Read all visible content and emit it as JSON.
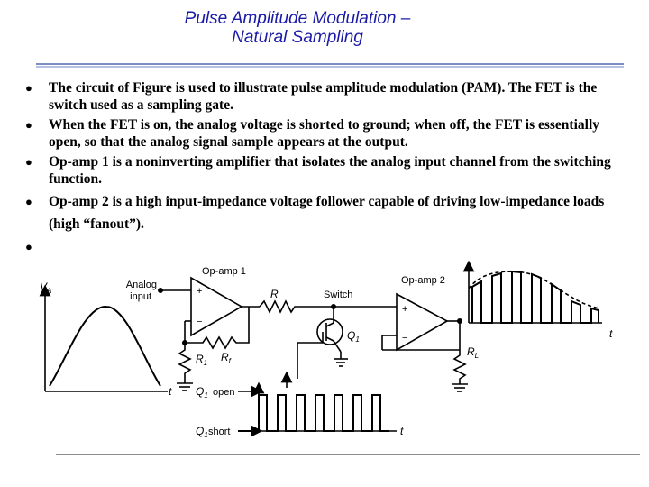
{
  "slide": {
    "title_line1": "Pulse Amplitude Modulation –",
    "title_line2": "Natural Sampling",
    "accent_color": "#1a1aa6"
  },
  "bullets": [
    "The circuit of Figure is used to illustrate pulse amplitude modulation (PAM). The FET is the switch used as a sampling gate.",
    "When the FET is on, the analog voltage is shorted to ground; when off, the FET is essentially open, so that the analog signal sample appears at the output.",
    "Op-amp 1 is a noninverting amplifier that isolates the analog input channel from the switching function.",
    "Op-amp 2 is a high input-impedance voltage follower capable of driving low-impedance loads (high “fanout”).",
    ""
  ],
  "figure": {
    "va_label": "V",
    "va_sub": "A",
    "analog_input_1": "Analog",
    "analog_input_2": "input",
    "opamp1": "Op-amp 1",
    "opamp2": "Op-amp 2",
    "resistor_r": "R",
    "switch": "Switch",
    "q1": "Q",
    "q1_sub": "1",
    "r1": "R",
    "r1_sub": "1",
    "rf": "R",
    "rf_sub": "f",
    "rl": "R",
    "rl_sub": "L",
    "t_axis": "t",
    "q1_open": "open",
    "q1_short": "short",
    "plus": "+",
    "minus": "−"
  }
}
